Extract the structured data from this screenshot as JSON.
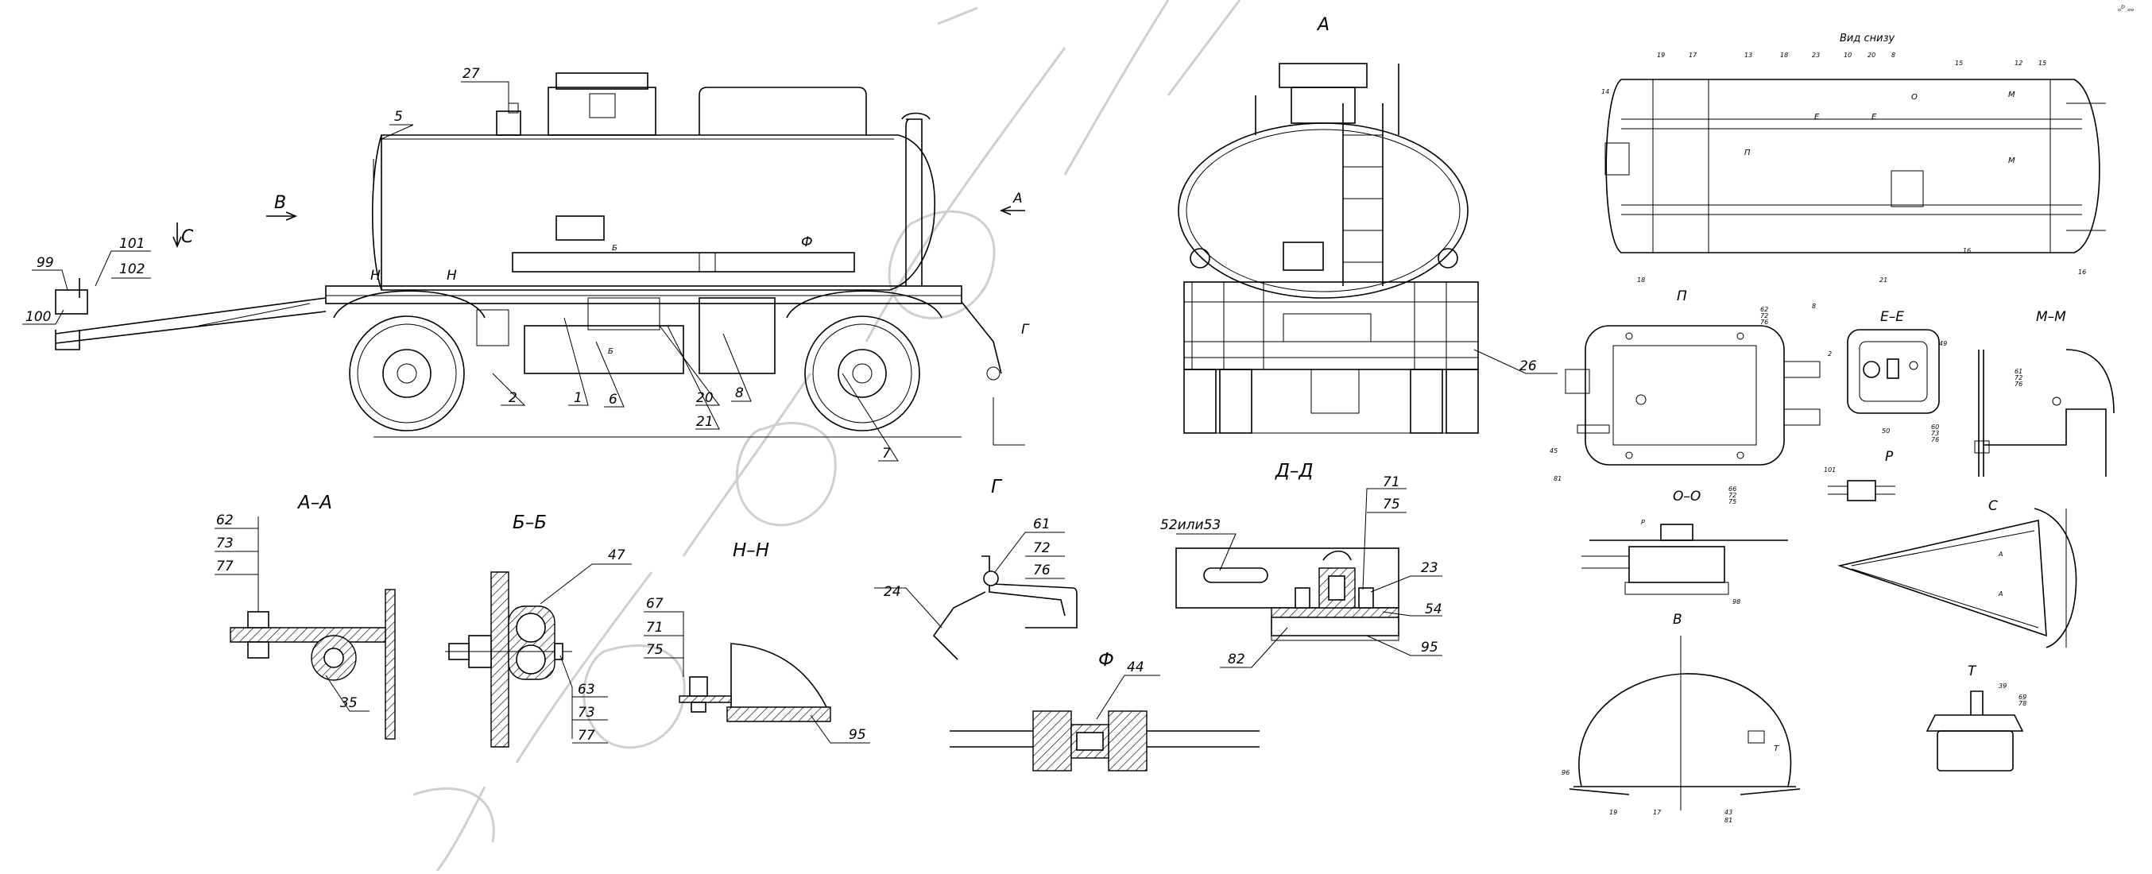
{
  "views": {
    "side_lead_labels": [
      "27",
      "5",
      "99",
      "100",
      "101",
      "102",
      "2",
      "1",
      "6",
      "20",
      "21",
      "8",
      "7"
    ],
    "side_letters": [
      "B",
      "A",
      "C",
      "Г",
      "H",
      "H",
      "Б",
      "Б",
      "Ф"
    ],
    "front_title": "А",
    "front_lead_label": "26",
    "underside_title": "Вид снизу",
    "underside_labels": [
      "19",
      "17",
      "13",
      "18",
      "23",
      "10",
      "20",
      "8",
      "15",
      "12",
      "15",
      "14",
      "M",
      "M",
      "П",
      "Е",
      "Е",
      "О",
      "18",
      "21",
      "16",
      "16"
    ],
    "detail_П": {
      "title": "П",
      "labels": [
        "62",
        "72",
        "76",
        "45",
        "81",
        "8",
        "2"
      ]
    },
    "detail_ЕЕ": {
      "title": "Е–Е",
      "labels": [
        "49",
        "50",
        "60",
        "73",
        "76"
      ]
    },
    "detail_ММ": {
      "title": "М–М",
      "labels": [
        "61",
        "72",
        "76"
      ]
    },
    "detail_Р": {
      "title": "Р",
      "labels": [
        "101"
      ]
    },
    "detail_ОО": {
      "title": "О–О",
      "labels": [
        "Р",
        "66",
        "72",
        "75",
        "98"
      ]
    },
    "detail_С": {
      "title": "С",
      "labels": [
        "А",
        "А"
      ]
    },
    "detail_В": {
      "title": "В",
      "labels": [
        "96",
        "19",
        "17",
        "43",
        "81",
        "Т"
      ]
    },
    "detail_Т": {
      "title": "Т",
      "labels": [
        "39",
        "69",
        "78"
      ]
    }
  },
  "sections": {
    "AA": {
      "title": "А–А",
      "labels": [
        "62",
        "73",
        "77",
        "35"
      ]
    },
    "BB": {
      "title": "Б–Б",
      "labels": [
        "47",
        "63",
        "73",
        "77"
      ]
    },
    "HH": {
      "title": "Н–Н",
      "labels": [
        "67",
        "71",
        "75",
        "95"
      ]
    },
    "G": {
      "title": "Г",
      "labels": [
        "61",
        "72",
        "76",
        "24"
      ]
    },
    "DD": {
      "title": "Д–Д",
      "labels": [
        "52или53",
        "71",
        "75",
        "23",
        "54",
        "82",
        "95"
      ]
    },
    "F": {
      "title": "Ф",
      "labels": [
        "44"
      ]
    }
  },
  "corner_mark": "ₒᴰ ₒₒ"
}
